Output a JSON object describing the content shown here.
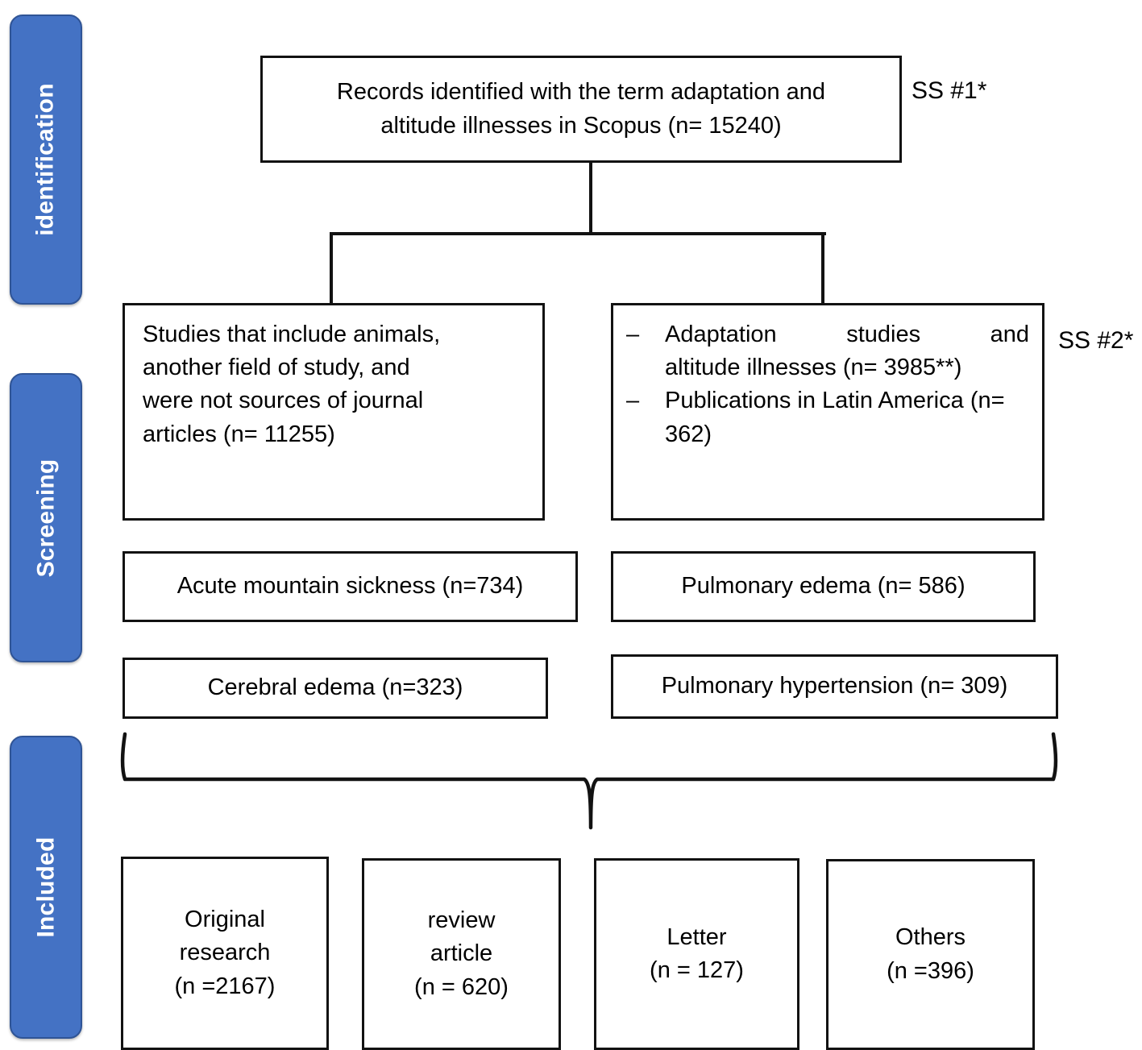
{
  "diagram": {
    "title": "PRISMA-style study selection flow diagram",
    "accent_color": "#4472C4",
    "accent_border_color": "#2F5496",
    "line_color": "#121212",
    "phases": [
      {
        "id": "identification",
        "label": "identification"
      },
      {
        "id": "screening",
        "label": "Screening"
      },
      {
        "id": "included",
        "label": "Included"
      }
    ],
    "notes": [
      {
        "id": "ss1",
        "label": "SS #1*"
      },
      {
        "id": "ss2",
        "label": "SS #2*"
      }
    ],
    "identification": {
      "records_box": {
        "line1": "Records identified with the term adaptation and",
        "line2": "altitude illnesses in Scopus (n= 15240)"
      }
    },
    "screening": {
      "excluded_box": {
        "line1": "Studies that include animals,",
        "line2": "another field of study, and",
        "line3": "were not sources of journal",
        "line4": "articles (n= 11255)"
      },
      "included_box": {
        "bullet_marker": "–",
        "items": [
          {
            "line1_words": [
              "Adaptation",
              "studies",
              "and"
            ],
            "line2": "altitude illnesses (n= 3985**)"
          },
          {
            "line1": "Publications in Latin America",
            "line2": "(n= 362)"
          }
        ]
      },
      "condition_boxes": [
        {
          "id": "ams",
          "label": "Acute mountain sickness  (n=734)"
        },
        {
          "id": "hape",
          "label": "Pulmonary edema (n= 586)"
        },
        {
          "id": "hace",
          "label": "Cerebral edema (n=323)"
        },
        {
          "id": "hph",
          "label": "Pulmonary hypertension (n= 309)"
        }
      ]
    },
    "included": {
      "type_boxes": [
        {
          "id": "original-research",
          "line1": "Original",
          "line2": "research",
          "line3": "(n =2167)"
        },
        {
          "id": "review-article",
          "line1": "review",
          "line2": "article",
          "line3": "(n = 620)"
        },
        {
          "id": "letter",
          "line1": "Letter",
          "line2": "(n = 127)",
          "line3": ""
        },
        {
          "id": "others",
          "line1": "Others",
          "line2": "(n =396)",
          "line3": ""
        }
      ]
    }
  }
}
